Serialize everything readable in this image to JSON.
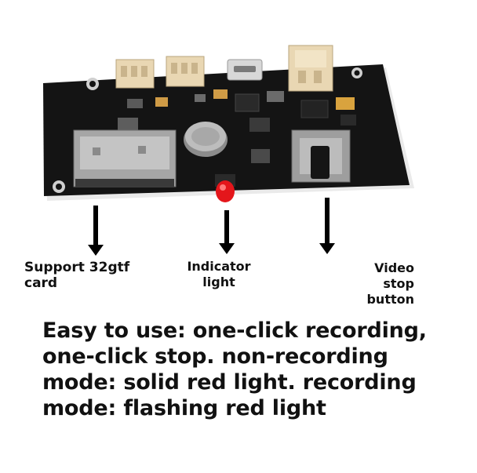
{
  "labels": {
    "sd_card": "Support 32gtf card",
    "indicator": "Indicator light",
    "button": "Video stop button"
  },
  "caption": "Easy to use: one-click recording, one-click stop. non-recording mode: solid red light. recording mode: flashing red light",
  "colors": {
    "pcb": "#141414",
    "connector": "#e9d7b3",
    "led": "#e4161b",
    "arrow": "#000000"
  }
}
